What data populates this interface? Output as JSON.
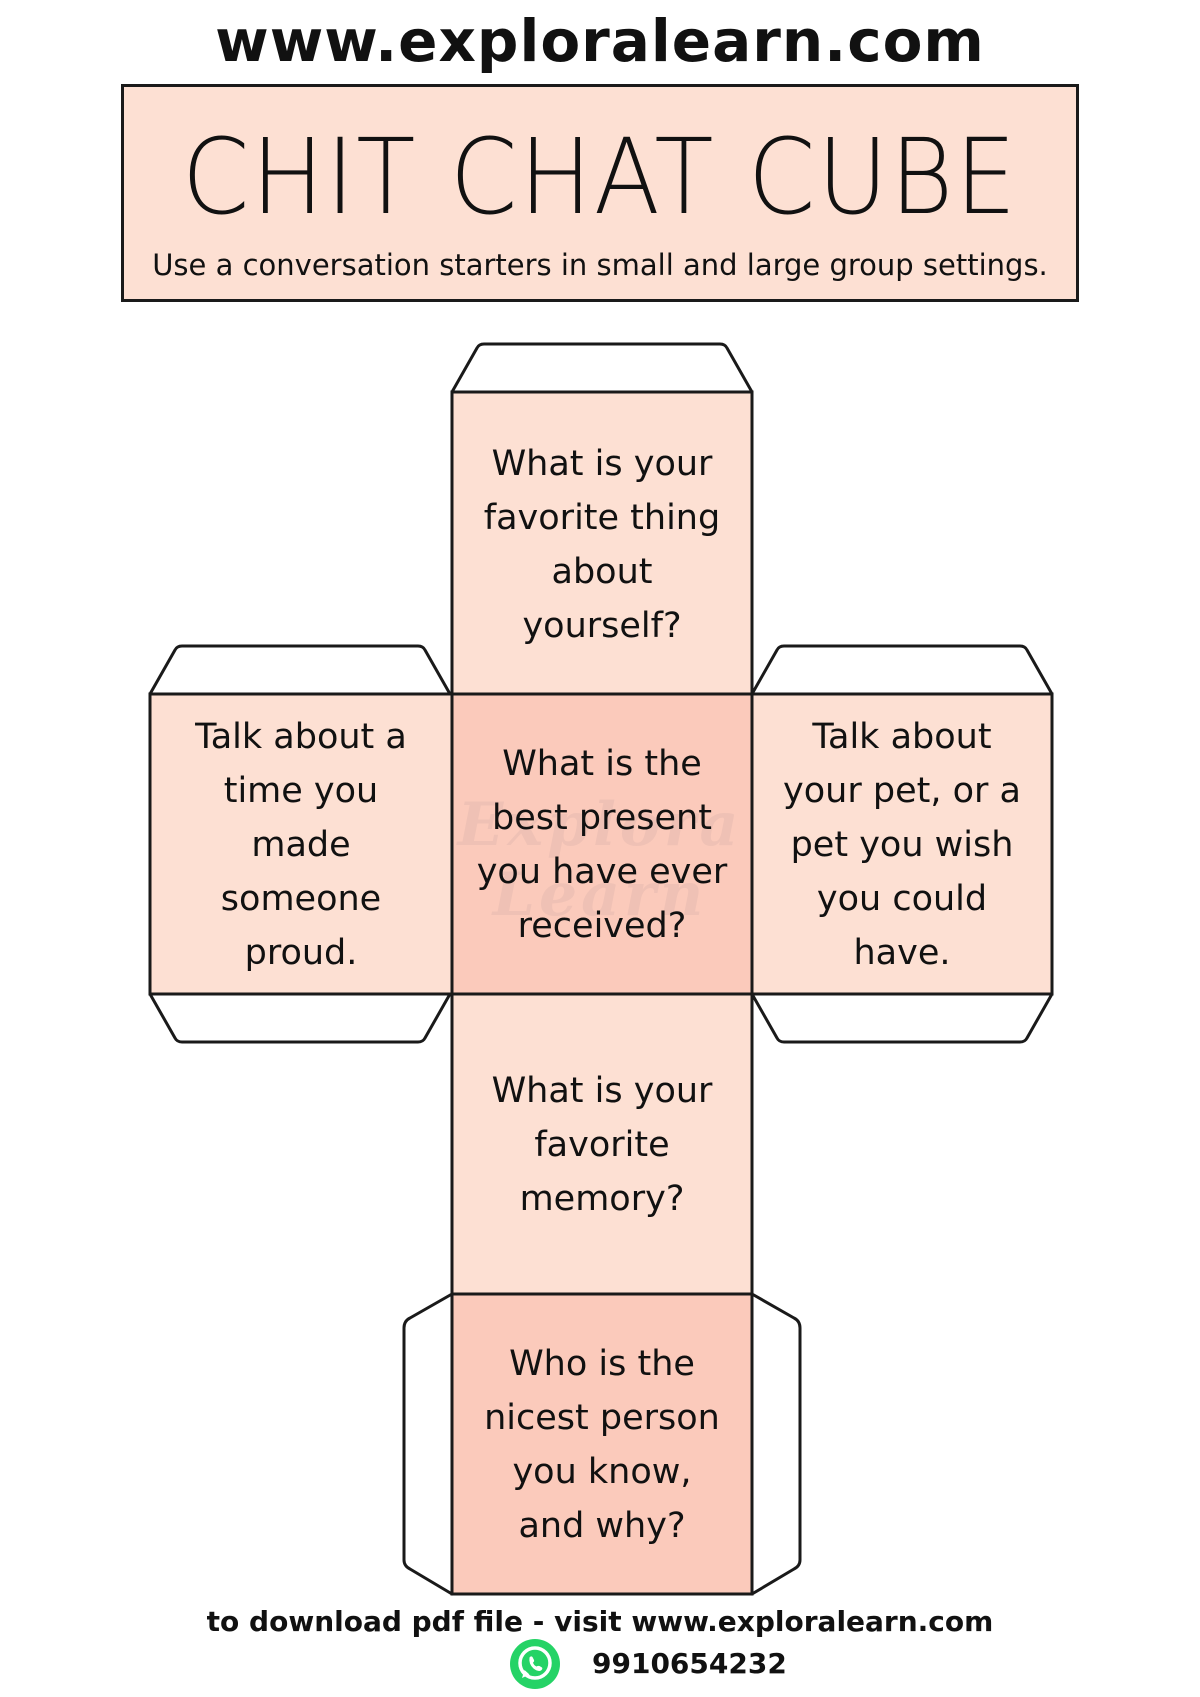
{
  "header": {
    "site_url": "www.exploralearn.com",
    "title": "CHIT CHAT CUBE",
    "subtitle": "Use a conversation starters in small and large group settings."
  },
  "faces": {
    "top": "What is your favorite thing about yourself?",
    "left": "Talk about a time you made someone proud.",
    "center": "What is the best present you have ever received?",
    "right": "Talk about your pet, or a pet you wish you could have.",
    "lower": "What is your favorite memory?",
    "bottom": "Who is the nicest person you know, and why?"
  },
  "watermark": "Explora Learn",
  "footer": {
    "download_text": "to download pdf file - visit www.exploralearn.com",
    "phone": "9910654232"
  },
  "colors": {
    "face_light": "#fde0d3",
    "face_dark": "#fbcabb",
    "outline": "#1a1a1a",
    "whatsapp_green": "#25d366"
  },
  "icons": {
    "contact": "whatsapp-icon"
  }
}
